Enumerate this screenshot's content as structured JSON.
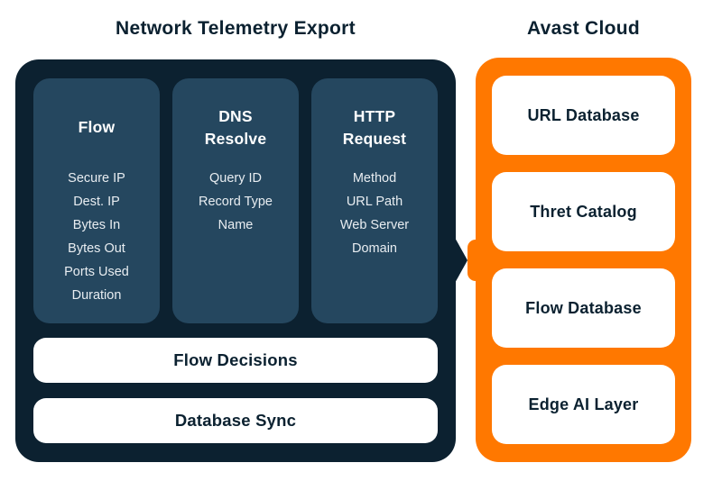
{
  "colors": {
    "dark_navy": "#0C2130",
    "column_navy": "#25475F",
    "brand_orange": "#FF7800",
    "white": "#FFFFFF",
    "item_text": "#E8EDF1"
  },
  "left_section": {
    "title": "Network Telemetry Export",
    "columns": [
      {
        "heading": "Flow",
        "items": [
          "Secure IP",
          "Dest. IP",
          "Bytes In",
          "Bytes Out",
          "Ports Used",
          "Duration"
        ]
      },
      {
        "heading": "DNS Resolve",
        "items": [
          "Query ID",
          "Record Type",
          "Name"
        ]
      },
      {
        "heading": "HTTP Request",
        "items": [
          "Method",
          "URL Path",
          "Web Server Domain"
        ]
      }
    ],
    "bars": [
      "Flow Decisions",
      "Database Sync"
    ]
  },
  "right_section": {
    "title": "Avast Cloud",
    "boxes": [
      "URL Database",
      "Thret Catalog",
      "Flow Database",
      "Edge AI Layer"
    ]
  }
}
